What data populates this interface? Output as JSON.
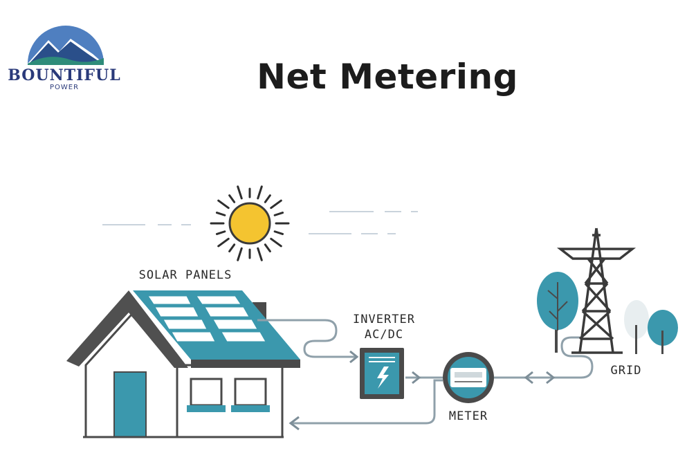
{
  "title": "Net Metering",
  "logo": {
    "name": "BOUNTIFUL",
    "tagline": "POWER"
  },
  "labels": {
    "solar_panels": "SOLAR PANELS",
    "inverter_line1": "INVERTER",
    "inverter_line2": "AC/DC",
    "meter": "METER",
    "grid": "GRID"
  },
  "icons": {
    "sun": "sun-icon",
    "house": "house-icon",
    "inverter": "inverter-icon",
    "meter": "meter-icon",
    "tower": "transmission-tower-icon",
    "trees": "tree-icon"
  },
  "colors": {
    "accent": "#3b98ad",
    "dark": "#4a4a4a",
    "sun": "#f4c430",
    "logo_text": "#2a3a7a",
    "logo_mountain": "#2e8c7a"
  }
}
